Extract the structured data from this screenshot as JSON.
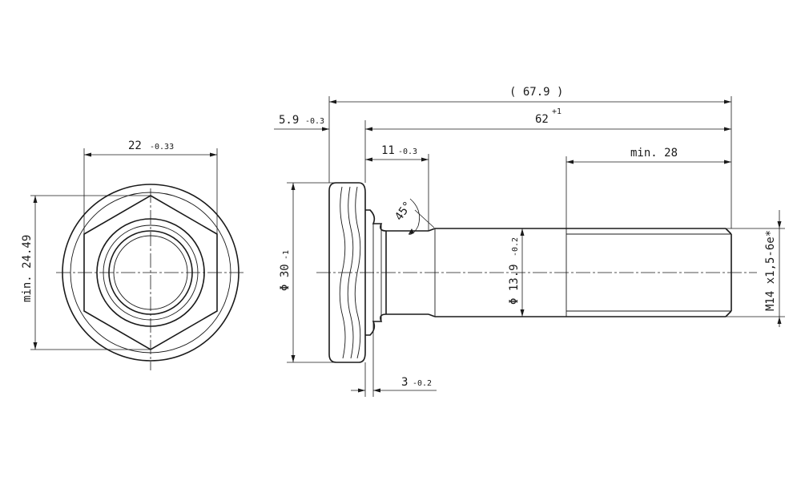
{
  "dimensions": {
    "hex_across_flats": "22",
    "hex_across_flats_tol": "-0.33",
    "hex_across_corners": "min. 24.49",
    "overall_length": "( 67.9 )",
    "shank_length": "62",
    "shank_length_tol": "+1",
    "head_thickness": "5.9",
    "head_thickness_tol": "-0.3",
    "neck_length": "11",
    "neck_length_tol": "-0.3",
    "thread_length": "min. 28",
    "flange_diameter": "Φ 30",
    "flange_diameter_tol": "-1",
    "shank_diameter": "Φ 13.9",
    "shank_diameter_tol": "-0.2",
    "collar_width": "3",
    "collar_width_tol": "-0.2",
    "chamfer_angle": "45°",
    "thread_spec": "M14 x1,5-6e*"
  }
}
